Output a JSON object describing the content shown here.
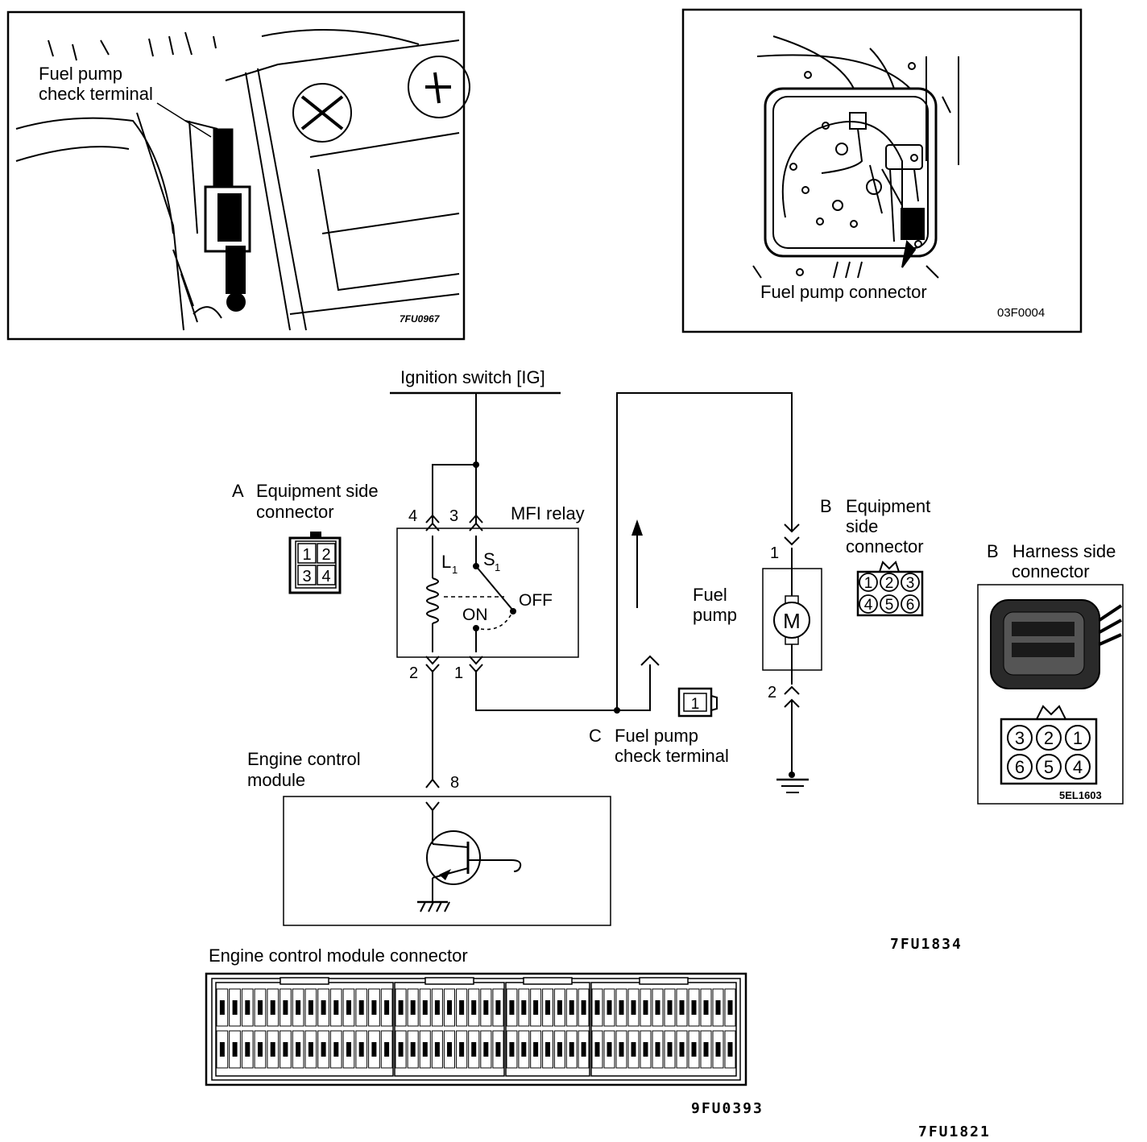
{
  "photo_left": {
    "label_line1": "Fuel pump",
    "label_line2": "check terminal",
    "code": "7FU0967"
  },
  "photo_right": {
    "label": "Fuel pump connector",
    "code": "03F0004"
  },
  "ignition_label": "Ignition switch [IG]",
  "connector_a": {
    "letter": "A",
    "title_line1": "Equipment side",
    "title_line2": "connector",
    "pins": [
      "1",
      "2",
      "3",
      "4"
    ]
  },
  "mfi_relay": {
    "label": "MFI relay",
    "pin_4": "4",
    "pin_3": "3",
    "pin_2": "2",
    "pin_1": "1",
    "coil": "L",
    "coil_sub": "1",
    "switch": "S",
    "switch_sub": "1",
    "on": "ON",
    "off": "OFF"
  },
  "fuel_pump": {
    "label_line1": "Fuel",
    "label_line2": "pump",
    "motor": "M",
    "pin_1": "1",
    "pin_2": "2"
  },
  "connector_b_equipment": {
    "letter": "B",
    "title_line1": "Equipment",
    "title_line2": "side",
    "title_line3": "connector",
    "pins": [
      "1",
      "2",
      "3",
      "4",
      "5",
      "6"
    ]
  },
  "connector_b_harness": {
    "letter": "B",
    "title_line1": "Harness side",
    "title_line2": "connector",
    "pins": [
      "3",
      "2",
      "1",
      "6",
      "5",
      "4"
    ],
    "code": "5EL1603"
  },
  "check_terminal": {
    "letter": "C",
    "title_line1": "Fuel pump",
    "title_line2": "check terminal",
    "pin": "1"
  },
  "ecm": {
    "title_line1": "Engine control",
    "title_line2": "module",
    "pin": "8"
  },
  "diagram_code": "7FU1834",
  "ecm_connector": {
    "title": "Engine control module connector",
    "code": "9FU0393"
  },
  "page_code": "7FU1821"
}
